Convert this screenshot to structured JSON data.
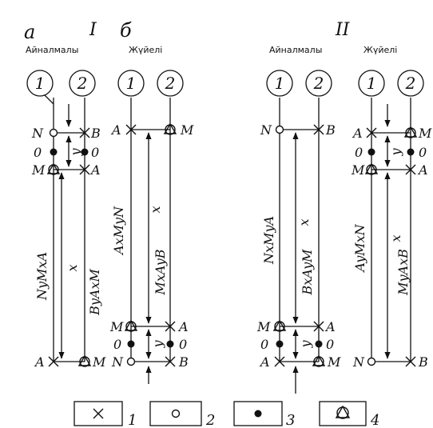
{
  "headers": {
    "panel_a": "а",
    "roman_1": "I",
    "panel_b": "б",
    "roman_2": "II"
  },
  "column_titles": {
    "col1": "Айналмалы",
    "col2": "Жүйелі",
    "col3": "Айналмалы",
    "col4": "Жүйелі"
  },
  "circle_numbers": {
    "one": "1",
    "two": "2"
  },
  "node_labels": {
    "N": "N",
    "B": "B",
    "M": "M",
    "A": "A",
    "zero": "0"
  },
  "distances": {
    "x": "x",
    "y": "y"
  },
  "vertical_notes": {
    "n1": "NyMxA",
    "n2": "ByAxM",
    "n3": "AxMyN",
    "n4": "MxAyB",
    "n5": "NxMyA",
    "n6": "BxAyM",
    "n7": "AyMxN",
    "n8": "MyAxB"
  },
  "legend": [
    {
      "symbol": "cross-icon",
      "number": "1"
    },
    {
      "symbol": "open-circle-icon",
      "number": "2"
    },
    {
      "symbol": "filled-dot-icon",
      "number": "3"
    },
    {
      "symbol": "triangle-circle-icon",
      "number": "4"
    }
  ]
}
